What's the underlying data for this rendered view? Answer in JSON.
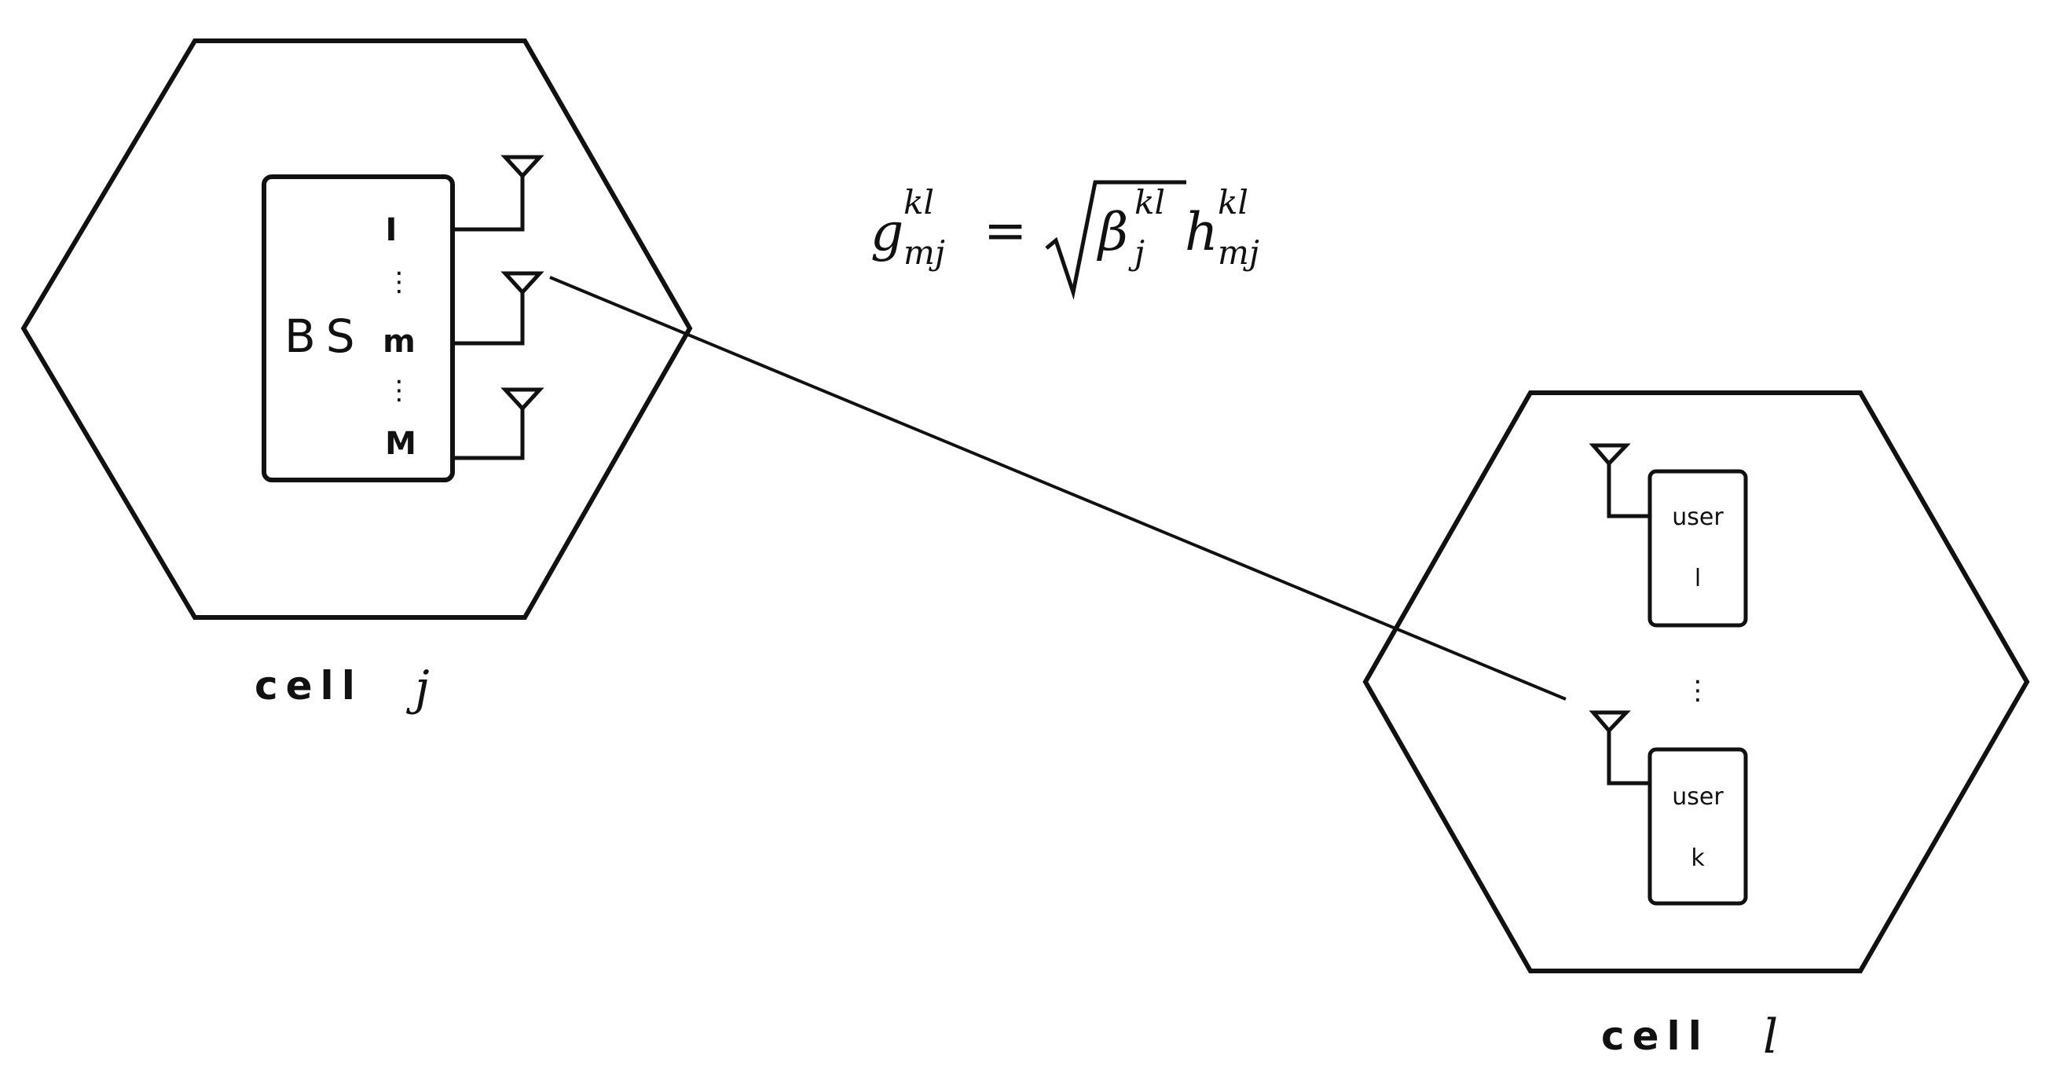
{
  "cells": {
    "cell_j": {
      "label": "cell",
      "var": "j"
    },
    "cell_l": {
      "label": "cell",
      "var": "l"
    }
  },
  "base_station": {
    "label": "BS",
    "antenna_indices": [
      "I",
      "m",
      "M"
    ],
    "ellipsis": "⋮"
  },
  "users": [
    {
      "label": "user",
      "index": "l"
    },
    {
      "label": "user",
      "index": "k"
    }
  ],
  "users_ellipsis": "⋮",
  "formula": {
    "lhs_symbol": "g",
    "lhs_sup": "kl",
    "lhs_sub": "mj",
    "equals": "=",
    "beta_symbol": "β",
    "beta_sup": "kl",
    "beta_sub": "j",
    "h_symbol": "h",
    "h_sup": "kl",
    "h_sub": "mj"
  }
}
